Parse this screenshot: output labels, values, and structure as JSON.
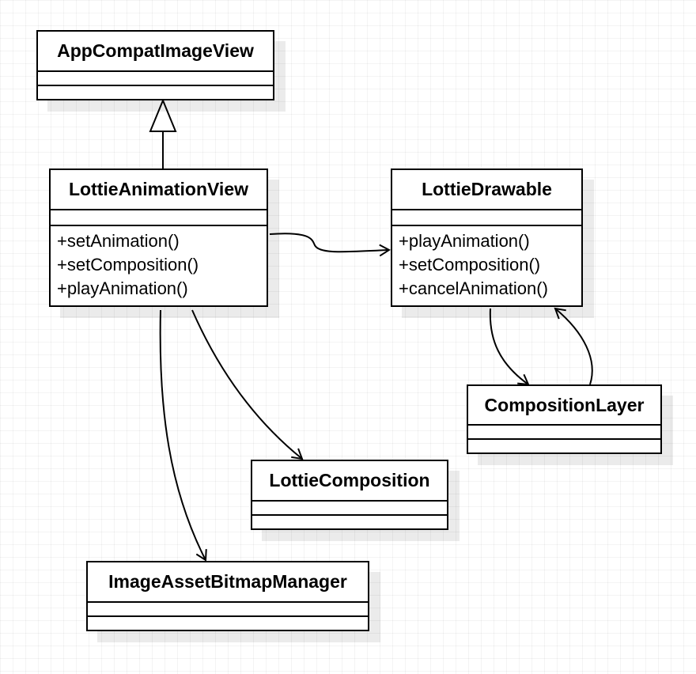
{
  "diagram": {
    "classes": {
      "app_compat_image_view": {
        "name": "AppCompatImageView",
        "methods": []
      },
      "lottie_animation_view": {
        "name": "LottieAnimationView",
        "methods": [
          "+setAnimation()",
          "+setComposition()",
          "+playAnimation()"
        ]
      },
      "lottie_drawable": {
        "name": "LottieDrawable",
        "methods": [
          "+playAnimation()",
          "+setComposition()",
          "+cancelAnimation()"
        ]
      },
      "composition_layer": {
        "name": "CompositionLayer",
        "methods": []
      },
      "lottie_composition": {
        "name": "LottieComposition",
        "methods": []
      },
      "image_asset_bitmap_manager": {
        "name": "ImageAssetBitmapManager",
        "methods": []
      }
    },
    "relations": [
      {
        "type": "inheritance",
        "from": "LottieAnimationView",
        "to": "AppCompatImageView"
      },
      {
        "type": "association",
        "from": "LottieAnimationView",
        "to": "LottieDrawable"
      },
      {
        "type": "association",
        "from": "LottieDrawable",
        "to": "CompositionLayer"
      },
      {
        "type": "association",
        "from": "CompositionLayer",
        "to": "LottieDrawable"
      },
      {
        "type": "association",
        "from": "LottieAnimationView",
        "to": "LottieComposition"
      },
      {
        "type": "association",
        "from": "LottieAnimationView",
        "to": "ImageAssetBitmapManager"
      }
    ],
    "colors": {
      "line": "#000000",
      "box_fill": "#ffffff",
      "grid": "#f0f0f0"
    }
  }
}
